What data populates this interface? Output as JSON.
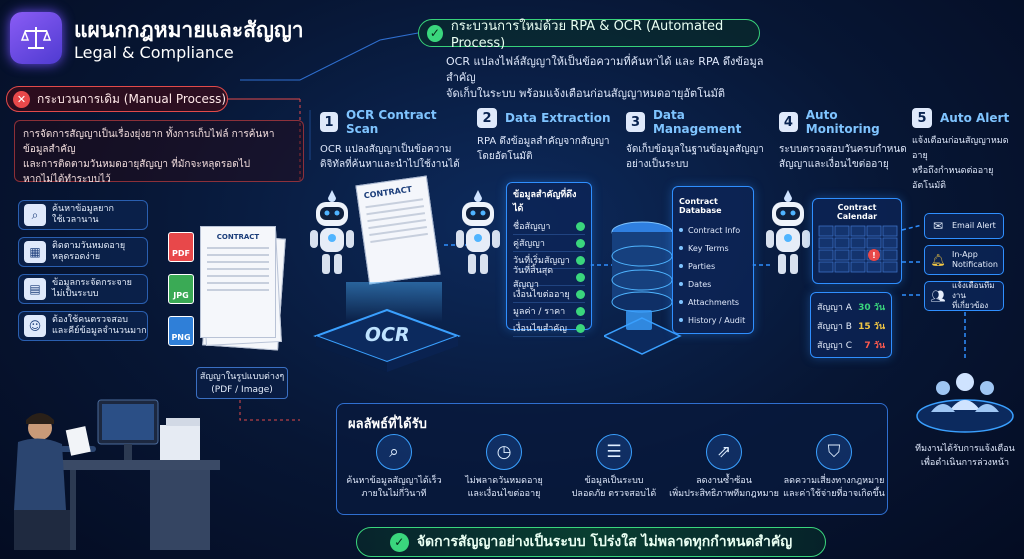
{
  "header": {
    "title_th": "แผนกกฎหมายและสัญญา",
    "title_en": "Legal & Compliance"
  },
  "new_process": {
    "label": "กระบวนการใหม่ด้วย RPA & OCR (Automated Process)",
    "desc_line1": "OCR แปลงไฟล์สัญญาให้เป็นข้อความที่ค้นหาได้ และ RPA ดึงข้อมูลสำคัญ",
    "desc_line2": "จัดเก็บในระบบ พร้อมแจ้งเตือนก่อนสัญญาหมดอายุอัตโนมัติ"
  },
  "manual_process": {
    "label": "กระบวนการเดิม (Manual Process)",
    "desc_line1": "การจัดการสัญญาเป็นเรื่องยุ่งยาก ทั้งการเก็บไฟล์ การค้นหาข้อมูลสำคัญ",
    "desc_line2": "และการติดตามวันหมดอายุสัญญา ที่มักจะหลุดรอดไป",
    "desc_line3": "หากไม่ได้ทำระบบไว้",
    "pains": [
      {
        "icon": "search-icon",
        "l1": "ค้นหาข้อมูลยาก",
        "l2": "ใช้เวลานาน"
      },
      {
        "icon": "calendar-icon",
        "l1": "ติดตามวันหมดอายุ",
        "l2": "หลุดรอดง่าย"
      },
      {
        "icon": "document-icon",
        "l1": "ข้อมูลกระจัดกระจาย",
        "l2": "ไม่เป็นระบบ"
      },
      {
        "icon": "person-alert-icon",
        "l1": "ต้องใช้คนตรวจสอบ",
        "l2": "และคีย์ข้อมูลจำนวนมาก"
      }
    ],
    "file_types": [
      "PDF",
      "JPG",
      "PNG"
    ],
    "stack_label": "CONTRACT",
    "caption_l1": "สัญญาในรูปแบบต่างๆ",
    "caption_l2": "(PDF / Image)"
  },
  "steps": [
    {
      "num": "1",
      "title": "OCR Contract Scan",
      "d1": "OCR แปลงสัญญาเป็นข้อความ",
      "d2": "ดิจิทัลที่ค้นหาและนำไปใช้งานได้"
    },
    {
      "num": "2",
      "title": "Data Extraction",
      "d1": "RPA ดึงข้อมูลสำคัญจากสัญญา",
      "d2": "โดยอัตโนมัติ"
    },
    {
      "num": "3",
      "title": "Data Management",
      "d1": "จัดเก็บข้อมูลในฐานข้อมูลสัญญา",
      "d2": "อย่างเป็นระบบ"
    },
    {
      "num": "4",
      "title": "Auto Monitoring",
      "d1": "ระบบตรวจสอบวันครบกำหนด",
      "d2": "สัญญาและเงื่อนไขต่ออายุ"
    },
    {
      "num": "5",
      "title": "Auto Alert",
      "d1": "แจ้งเตือนก่อนสัญญาหมดอายุ",
      "d2": "หรือถึงกำหนดต่ออายุอัตโนมัติ"
    }
  ],
  "ocr": {
    "doc_label": "CONTRACT",
    "platform_label": "OCR"
  },
  "key_data": {
    "title": "ข้อมูลสำคัญที่ดึงได้",
    "items": [
      "ชื่อสัญญา",
      "คู่สัญญา",
      "วันที่เริ่มสัญญา",
      "วันที่สิ้นสุดสัญญา",
      "เงื่อนไขต่ออายุ",
      "มูลค่า / ราคา",
      "เงื่อนไขสำคัญ"
    ]
  },
  "database": {
    "title": "Contract Database",
    "items": [
      "Contract Info",
      "Key Terms",
      "Parties",
      "Dates",
      "Attachments",
      "History / Audit"
    ]
  },
  "calendar": {
    "title": "Contract Calendar",
    "contracts": [
      {
        "name": "สัญญา A",
        "days": "30 วัน",
        "color": "#3ad67d"
      },
      {
        "name": "สัญญา B",
        "days": "15 วัน",
        "color": "#f2c744"
      },
      {
        "name": "สัญญา C",
        "days": "7 วัน",
        "color": "#ff5a4e"
      }
    ]
  },
  "alerts": [
    {
      "icon": "mail-icon",
      "l1": "Email Alert",
      "l2": ""
    },
    {
      "icon": "bell-icon",
      "l1": "In-App",
      "l2": "Notification"
    },
    {
      "icon": "people-icon",
      "l1": "แจ้งเตือนทีมงาน",
      "l2": "ที่เกี่ยวข้อง"
    }
  ],
  "team": {
    "l1": "ทีมงานได้รับการแจ้งเตือน",
    "l2": "เพื่อดำเนินการล่วงหน้า"
  },
  "results": {
    "title": "ผลลัพธ์ที่ได้รับ",
    "items": [
      {
        "icon": "search-icon",
        "l1": "ค้นหาข้อมูลสัญญาได้เร็ว",
        "l2": "ภายในไม่กี่วินาที"
      },
      {
        "icon": "clock-icon",
        "l1": "ไม่พลาดวันหมดอายุ",
        "l2": "และเงื่อนไขต่ออายุ"
      },
      {
        "icon": "database-icon",
        "l1": "ข้อมูลเป็นระบบ",
        "l2": "ปลอดภัย ตรวจสอบได้"
      },
      {
        "icon": "growth-chart-icon",
        "l1": "ลดงานซ้ำซ้อน",
        "l2": "เพิ่มประสิทธิภาพทีมกฎหมาย"
      },
      {
        "icon": "shield-check-icon",
        "l1": "ลดความเสี่ยงทางกฎหมาย",
        "l2": "และค่าใช้จ่ายที่อาจเกิดขึ้น"
      }
    ]
  },
  "bottom_banner": "จัดการสัญญาอย่างเป็นระบบ โปร่งใส ไม่พลาดทุกกำหนดสำคัญ",
  "colors": {
    "accent": "#2f8fff",
    "success": "#3ad67d",
    "danger": "#e8484a"
  }
}
